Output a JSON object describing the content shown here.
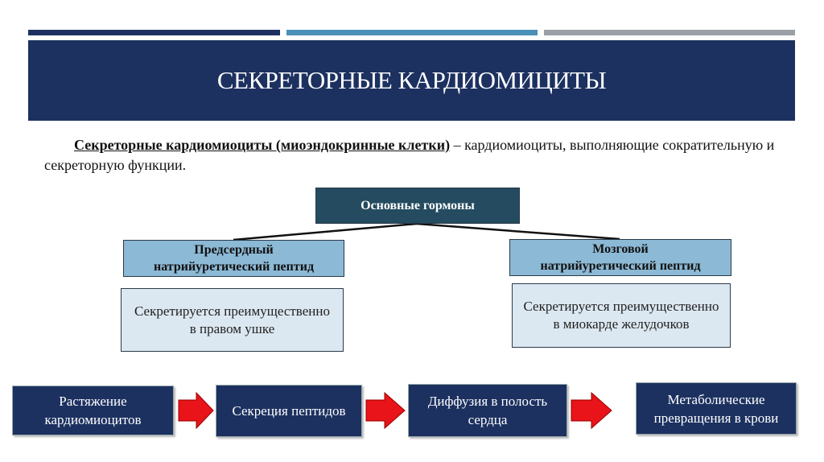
{
  "slide": {
    "title": "СЕКРЕТОРНЫЕ КАРДИОМИЦИТЫ",
    "intro": {
      "term": "Секреторные кардиомиоциты (миоэндокринные клетки)",
      "definition": " – кардиомиоциты, выполняющие сократительную и секреторную функции."
    },
    "colors": {
      "navy": "#1c3160",
      "blue": "#4a90b8",
      "grey": "#9aa0a6",
      "arrow": "#e8141a"
    }
  },
  "tree": {
    "root": "Основные гормоны",
    "left": {
      "name_line1": "Предсердный",
      "name_line2": "натрийуретический пептид",
      "desc": "Секретируется преимущественно в правом ушке"
    },
    "right": {
      "name_line1": "Мозговой",
      "name_line2": "натрийуретический пептид",
      "desc": "Секретируется преимущественно в миокарде желудочков"
    }
  },
  "flow": {
    "steps": [
      "Растяжение кардиомиоцитов",
      "Секреция пептидов",
      "Диффузия в полость сердца",
      "Метаболические превращения в крови"
    ]
  }
}
